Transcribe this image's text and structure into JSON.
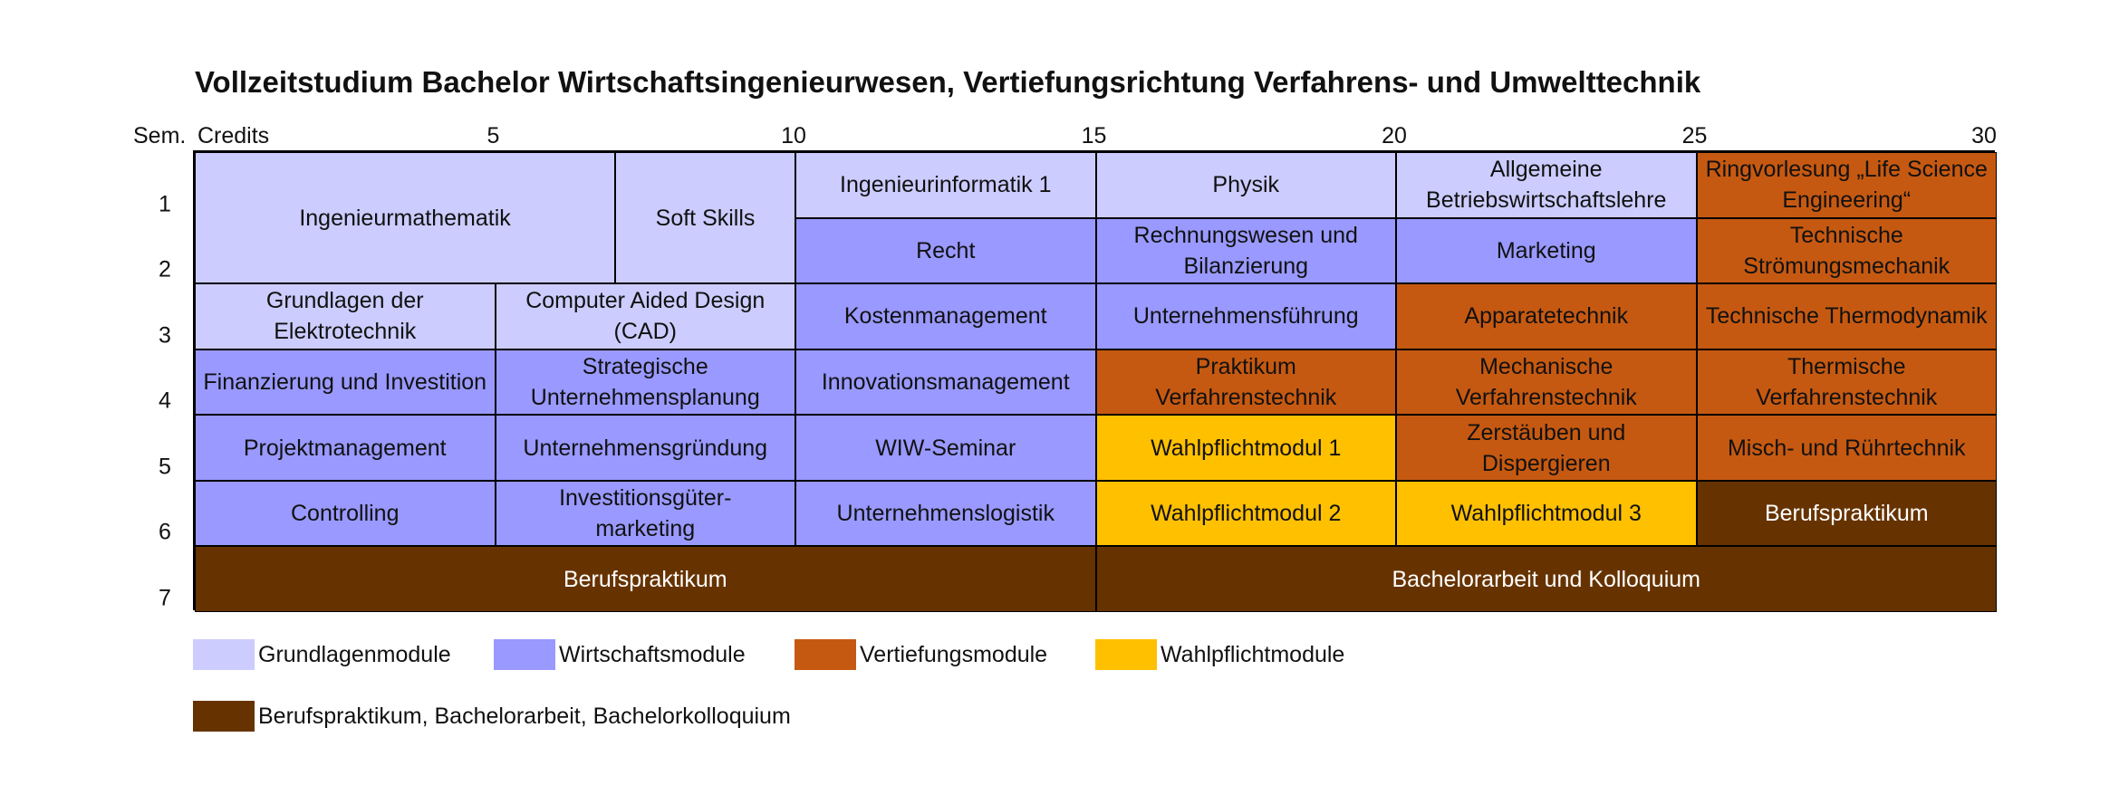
{
  "title": "Vollzeitstudium Bachelor Wirtschaftsingenieurwesen, Vertiefungsrichtung Verfahrens- und Umwelttechnik",
  "axis": {
    "sem_label": "Sem.",
    "credits_label": "Credits",
    "credit_ticks": [
      5,
      10,
      15,
      20,
      25,
      30
    ],
    "semesters": [
      "1",
      "2",
      "3",
      "4",
      "5",
      "6",
      "7"
    ],
    "total_credits": 30,
    "credit_unit": 5,
    "rows_per_semester": 1
  },
  "colors": {
    "grundlagen": "#ccccff",
    "wirtschaft": "#9999ff",
    "vertiefung": "#c65911",
    "wahlpflicht": "#ffc000",
    "praxis": "#663300"
  },
  "modules": [
    {
      "label": "Ingenieurmathematik",
      "category": "grundlagen",
      "credit_start": 0,
      "credits": 7,
      "sem_start": 1,
      "sem_span": 2
    },
    {
      "label": "Soft Skills",
      "category": "grundlagen",
      "credit_start": 7,
      "credits": 3,
      "sem_start": 1,
      "sem_span": 2
    },
    {
      "label": "Ingenieurinformatik 1",
      "category": "grundlagen",
      "credit_start": 10,
      "credits": 5,
      "sem_start": 1,
      "sem_span": 1
    },
    {
      "label": "Physik",
      "category": "grundlagen",
      "credit_start": 15,
      "credits": 5,
      "sem_start": 1,
      "sem_span": 1
    },
    {
      "label": "Allgemeine Betriebswirtschaftslehre",
      "category": "grundlagen",
      "credit_start": 20,
      "credits": 5,
      "sem_start": 1,
      "sem_span": 1
    },
    {
      "label": "Ringvorlesung „Life Science Engineering“",
      "category": "vertiefung",
      "credit_start": 25,
      "credits": 5,
      "sem_start": 1,
      "sem_span": 1
    },
    {
      "label": "Recht",
      "category": "wirtschaft",
      "credit_start": 10,
      "credits": 5,
      "sem_start": 2,
      "sem_span": 1
    },
    {
      "label": "Rechnungswesen und Bilanzierung",
      "category": "wirtschaft",
      "credit_start": 15,
      "credits": 5,
      "sem_start": 2,
      "sem_span": 1
    },
    {
      "label": "Marketing",
      "category": "wirtschaft",
      "credit_start": 20,
      "credits": 5,
      "sem_start": 2,
      "sem_span": 1
    },
    {
      "label": "Technische Strömungsmechanik",
      "category": "vertiefung",
      "credit_start": 25,
      "credits": 5,
      "sem_start": 2,
      "sem_span": 1
    },
    {
      "label": "Grundlagen der Elektrotechnik",
      "category": "grundlagen",
      "credit_start": 0,
      "credits": 5,
      "sem_start": 3,
      "sem_span": 1
    },
    {
      "label": "Computer Aided Design (CAD)",
      "category": "grundlagen",
      "credit_start": 5,
      "credits": 5,
      "sem_start": 3,
      "sem_span": 1
    },
    {
      "label": "Kostenmanagement",
      "category": "wirtschaft",
      "credit_start": 10,
      "credits": 5,
      "sem_start": 3,
      "sem_span": 1
    },
    {
      "label": "Unternehmensführung",
      "category": "wirtschaft",
      "credit_start": 15,
      "credits": 5,
      "sem_start": 3,
      "sem_span": 1
    },
    {
      "label": "Apparatetechnik",
      "category": "vertiefung",
      "credit_start": 20,
      "credits": 5,
      "sem_start": 3,
      "sem_span": 1
    },
    {
      "label": "Technische Thermodynamik",
      "category": "vertiefung",
      "credit_start": 25,
      "credits": 5,
      "sem_start": 3,
      "sem_span": 1
    },
    {
      "label": "Finanzierung und Investition",
      "category": "wirtschaft",
      "credit_start": 0,
      "credits": 5,
      "sem_start": 4,
      "sem_span": 1
    },
    {
      "label": "Strategische Unternehmensplanung",
      "category": "wirtschaft",
      "credit_start": 5,
      "credits": 5,
      "sem_start": 4,
      "sem_span": 1
    },
    {
      "label": "Innovationsmanagement",
      "category": "wirtschaft",
      "credit_start": 10,
      "credits": 5,
      "sem_start": 4,
      "sem_span": 1
    },
    {
      "label": "Praktikum Verfahrenstechnik",
      "category": "vertiefung",
      "credit_start": 15,
      "credits": 5,
      "sem_start": 4,
      "sem_span": 1
    },
    {
      "label": "Mechanische Verfahrenstechnik",
      "category": "vertiefung",
      "credit_start": 20,
      "credits": 5,
      "sem_start": 4,
      "sem_span": 1
    },
    {
      "label": "Thermische Verfahrenstechnik",
      "category": "vertiefung",
      "credit_start": 25,
      "credits": 5,
      "sem_start": 4,
      "sem_span": 1
    },
    {
      "label": "Projektmanagement",
      "category": "wirtschaft",
      "credit_start": 0,
      "credits": 5,
      "sem_start": 5,
      "sem_span": 1
    },
    {
      "label": "Unternehmensgründung",
      "category": "wirtschaft",
      "credit_start": 5,
      "credits": 5,
      "sem_start": 5,
      "sem_span": 1
    },
    {
      "label": "WIW-Seminar",
      "category": "wirtschaft",
      "credit_start": 10,
      "credits": 5,
      "sem_start": 5,
      "sem_span": 1
    },
    {
      "label": "Wahlpflichtmodul 1",
      "category": "wahlpflicht",
      "credit_start": 15,
      "credits": 5,
      "sem_start": 5,
      "sem_span": 1
    },
    {
      "label": "Zerstäuben und Dispergieren",
      "category": "vertiefung",
      "credit_start": 20,
      "credits": 5,
      "sem_start": 5,
      "sem_span": 1
    },
    {
      "label": "Misch- und Rührtechnik",
      "category": "vertiefung",
      "credit_start": 25,
      "credits": 5,
      "sem_start": 5,
      "sem_span": 1
    },
    {
      "label": "Controlling",
      "category": "wirtschaft",
      "credit_start": 0,
      "credits": 5,
      "sem_start": 6,
      "sem_span": 1
    },
    {
      "label": "Investitionsgüter-\nmarketing",
      "category": "wirtschaft",
      "credit_start": 5,
      "credits": 5,
      "sem_start": 6,
      "sem_span": 1
    },
    {
      "label": "Unternehmenslogistik",
      "category": "wirtschaft",
      "credit_start": 10,
      "credits": 5,
      "sem_start": 6,
      "sem_span": 1
    },
    {
      "label": "Wahlpflichtmodul 2",
      "category": "wahlpflicht",
      "credit_start": 15,
      "credits": 5,
      "sem_start": 6,
      "sem_span": 1
    },
    {
      "label": "Wahlpflichtmodul 3",
      "category": "wahlpflicht",
      "credit_start": 20,
      "credits": 5,
      "sem_start": 6,
      "sem_span": 1
    },
    {
      "label": "Berufspraktikum",
      "category": "praxis",
      "credit_start": 25,
      "credits": 5,
      "sem_start": 6,
      "sem_span": 1
    },
    {
      "label": "Berufspraktikum",
      "category": "praxis",
      "credit_start": 0,
      "credits": 15,
      "sem_start": 7,
      "sem_span": 1
    },
    {
      "label": "Bachelorarbeit und Kolloquium",
      "category": "praxis",
      "credit_start": 15,
      "credits": 15,
      "sem_start": 7,
      "sem_span": 1
    }
  ],
  "legend": [
    {
      "label": "Grundlagenmodule",
      "category": "grundlagen"
    },
    {
      "label": "Wirtschaftsmodule",
      "category": "wirtschaft"
    },
    {
      "label": "Vertiefungsmodule",
      "category": "vertiefung"
    },
    {
      "label": "Wahlpflichtmodule",
      "category": "wahlpflicht"
    },
    {
      "label": "Berufspraktikum, Bachelorarbeit, Bachelorkolloquium",
      "category": "praxis"
    }
  ]
}
